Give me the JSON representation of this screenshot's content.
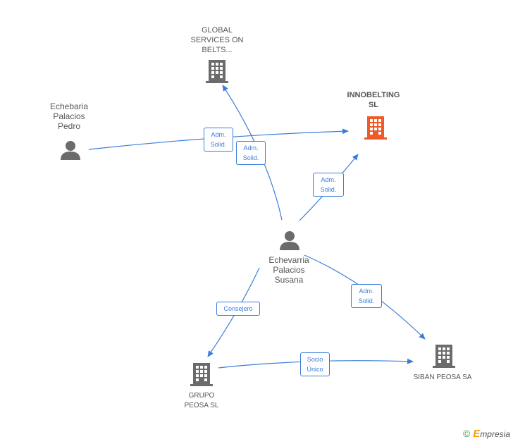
{
  "nodes": {
    "global_services": {
      "label": "GLOBAL\nSERVICES ON\nBELTS...",
      "type": "company"
    },
    "innobelting": {
      "label": "INNOBELTING\nSL",
      "type": "company-highlight"
    },
    "echebaria_pedro": {
      "label": "Echebaria\nPalacios\nPedro",
      "type": "person"
    },
    "echevarria_susana": {
      "label": "Echevarria\nPalacios\nSusana",
      "type": "person"
    },
    "grupo_peosa": {
      "label": "GRUPO\nPEOSA SL",
      "type": "company"
    },
    "siban_peosa": {
      "label": "SIBAN PEOSA SA",
      "type": "company"
    }
  },
  "edges": {
    "pedro_innobelting": "Adm.\nSolid.",
    "susana_global": "Adm.\nSolid.",
    "susana_innobelting": "Adm.\nSolid.",
    "susana_siban": "Adm.\nSolid.",
    "susana_grupo": "Consejero",
    "grupo_siban": "Socio\nÚnico"
  },
  "colors": {
    "edge": "#3b7dd8",
    "icon": "#6b6b6b",
    "highlight": "#f05a28"
  },
  "footer": {
    "copyright_symbol": "©",
    "brand_initial": "E",
    "brand_rest": "mpresia"
  }
}
